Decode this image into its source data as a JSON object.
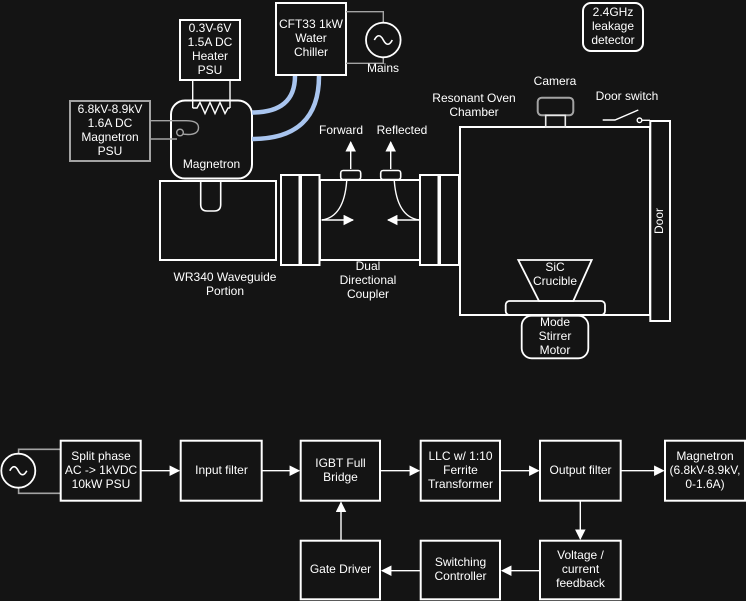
{
  "colors": {
    "background": "#141414",
    "line": "#ffffff",
    "secondary_line": "#a3a3a3",
    "coolant_hose": "#a9c5ef"
  },
  "schematic": {
    "heater_psu": "0.3V-6V\n1.5A DC\nHeater\nPSU",
    "chiller": "CFT33 1kW\nWater\nChiller",
    "mains": "Mains",
    "leakage_detector": "2.4GHz\nleakage\ndetector",
    "magnetron_psu": "6.8kV-8.9kV\n1.6A DC\nMagnetron\nPSU",
    "magnetron": "Magnetron",
    "forward": "Forward",
    "reflected": "Reflected",
    "resonant_chamber": "Resonant Oven\nChamber",
    "camera": "Camera",
    "door_switch": "Door switch",
    "door": "Door",
    "waveguide": "WR340 Waveguide\nPortion",
    "coupler": "Dual\nDirectional\nCoupler",
    "crucible": "SiC\nCrucible",
    "stirrer_motor": "Mode\nStirrer\nMotor"
  },
  "block_diagram": {
    "psu": "Split phase\nAC -> 1kVDC\n10kW PSU",
    "input_filter": "Input filter",
    "igbt_bridge": "IGBT Full\nBridge",
    "llc_transformer": "LLC w/ 1:10\nFerrite\nTransformer",
    "output_filter": "Output filter",
    "magnetron": "Magnetron\n(6.8kV-8.9kV,\n0-1.6A)",
    "gate_driver": "Gate Driver",
    "switching_controller": "Switching\nController",
    "feedback": "Voltage /\ncurrent\nfeedback"
  }
}
